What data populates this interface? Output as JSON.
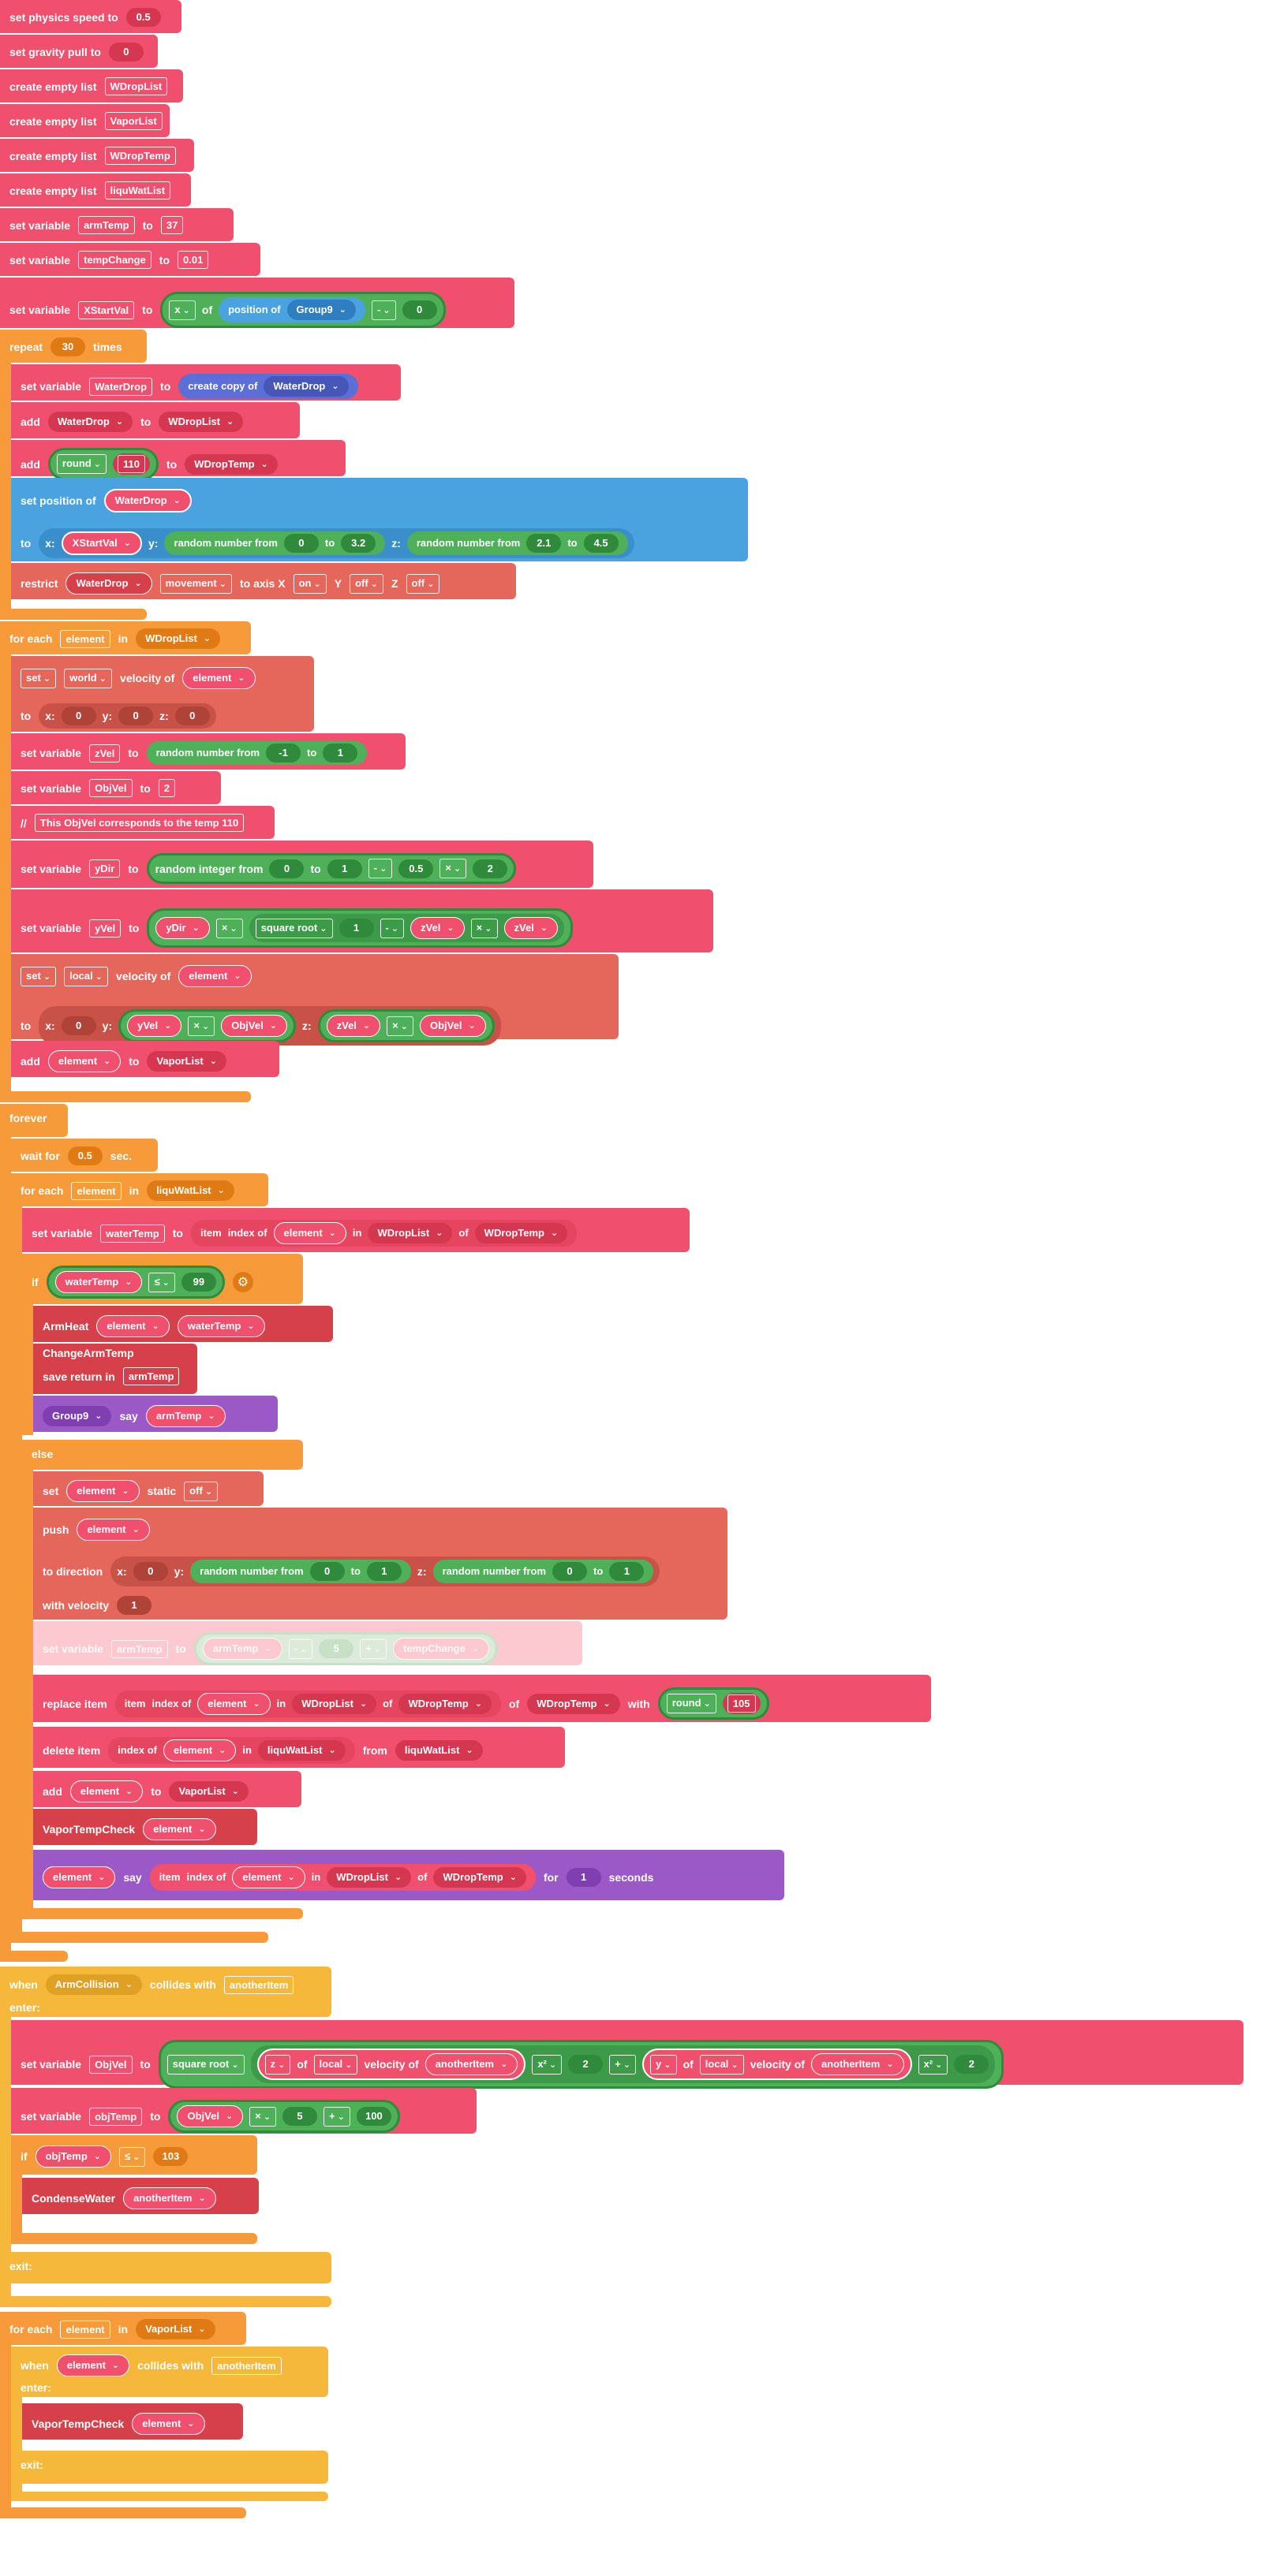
{
  "colors": {
    "red": "#f0506e",
    "red_dark": "#d4374f",
    "orange": "#f79a3a",
    "orange_dark": "#e07a14",
    "yellow": "#f6b83b",
    "green": "#4fb05a",
    "green_dark": "#2f8a3b",
    "blue": "#4aa3df",
    "purple": "#9b59c8",
    "salmon": "#e5675c",
    "crimson": "#d6404a",
    "faded": "#fbc9cf"
  },
  "b": {
    "physics": {
      "label": "set physics speed to",
      "val": "0.5"
    },
    "gravity": {
      "label": "set gravity pull to",
      "val": "0"
    },
    "list1": {
      "label": "create empty list",
      "name": "WDropList"
    },
    "list2": {
      "label": "create empty list",
      "name": "VaporList"
    },
    "list3": {
      "label": "create empty list",
      "name": "WDropTemp"
    },
    "list4": {
      "label": "create empty list",
      "name": "liquWatList"
    },
    "var1": {
      "label": "set variable",
      "name": "armTemp",
      "to": "to",
      "val": "37"
    },
    "var2": {
      "label": "set variable",
      "name": "tempChange",
      "to": "to",
      "val": "0.01"
    },
    "var3": {
      "label": "set variable",
      "name": "XStartVal",
      "to": "to",
      "axis": "x",
      "of": "of",
      "posof": "position of",
      "obj": "Group9",
      "op": "-",
      "val": "0"
    },
    "repeat": {
      "label": "repeat",
      "count": "30",
      "times": "times"
    },
    "r1": {
      "label": "set variable",
      "name": "WaterDrop",
      "to": "to",
      "copy": "create copy of",
      "obj": "WaterDrop"
    },
    "r2": {
      "label": "add",
      "item": "WaterDrop",
      "to": "to",
      "list": "WDropList"
    },
    "r3": {
      "label": "add",
      "fn": "round",
      "val": "110",
      "to": "to",
      "list": "WDropTemp"
    },
    "r4": {
      "label": "set position of",
      "obj": "WaterDrop",
      "to": "to",
      "x": "x:",
      "xval": "XStartVal",
      "y": "y:",
      "rnd": "random number from",
      "y1": "0",
      "yto": "to",
      "y2": "3.2",
      "z": "z:",
      "z1": "2.1",
      "z2": "4.5"
    },
    "r5": {
      "label": "restrict",
      "obj": "WaterDrop",
      "what": "movement",
      "axis": "to axis X",
      "x": "on",
      "y": "Y",
      "yv": "off",
      "z": "Z",
      "zv": "off"
    },
    "fe1": {
      "label": "for each",
      "el": "element",
      "in": "in",
      "list": "WDropList"
    },
    "f1": {
      "label": "set",
      "space": "world",
      "vel": "velocity of",
      "el": "element",
      "to": "to",
      "x": "x:",
      "xv": "0",
      "y": "y:",
      "yv": "0",
      "z": "z:",
      "zv": "0"
    },
    "f2": {
      "label": "set variable",
      "name": "zVel",
      "to": "to",
      "rnd": "random number from",
      "a": "-1",
      "tw": "to",
      "b": "1"
    },
    "f3": {
      "label": "set variable",
      "name": "ObjVel",
      "to": "to",
      "val": "2"
    },
    "f4": {
      "comment": "//",
      "text": "This ObjVel corresponds to the temp 110"
    },
    "f5": {
      "label": "set variable",
      "name": "yDir",
      "to": "to",
      "rnd": "random integer from",
      "a": "0",
      "tw": "to",
      "b": "1",
      "op1": "-",
      "c": "0.5",
      "op2": "×",
      "d": "2"
    },
    "f6": {
      "label": "set variable",
      "name": "yVel",
      "to": "to",
      "a": "yDir",
      "op1": "×",
      "fn": "square root",
      "n": "1",
      "op2": "-",
      "b": "zVel",
      "op3": "×",
      "c": "zVel"
    },
    "f7": {
      "label": "set",
      "space": "local",
      "vel": "velocity of",
      "el": "element",
      "to": "to",
      "x": "x:",
      "xv": "0",
      "y": "y:",
      "ya": "yVel",
      "yop": "×",
      "yb": "ObjVel",
      "z": "z:",
      "za": "zVel",
      "zop": "×",
      "zb": "ObjVel"
    },
    "f8": {
      "label": "add",
      "el": "element",
      "to": "to",
      "list": "VaporList"
    },
    "forever": {
      "label": "forever"
    },
    "wait": {
      "label": "wait for",
      "val": "0.5",
      "sec": "sec."
    },
    "fe2": {
      "label": "for each",
      "el": "element",
      "in": "in",
      "list": "liquWatList"
    },
    "g1": {
      "label": "set variable",
      "name": "waterTemp",
      "to": "to",
      "item": "item",
      "idx": "index of",
      "el": "element",
      "in": "in",
      "list": "WDropList",
      "of": "of",
      "list2": "WDropTemp"
    },
    "ifb": {
      "label": "if",
      "a": "waterTemp",
      "op": "≤",
      "b": "99"
    },
    "h1": {
      "label": "ArmHeat",
      "a": "element",
      "b": "waterTemp"
    },
    "h2": {
      "label": "ChangeArmTemp",
      "save": "save return in",
      "var": "armTemp"
    },
    "h3": {
      "obj": "Group9",
      "say": "say",
      "var": "armTemp"
    },
    "else": {
      "label": "else"
    },
    "e1": {
      "label": "set",
      "el": "element",
      "static": "static",
      "val": "off"
    },
    "e2": {
      "label": "push",
      "el": "element",
      "dir": "to direction",
      "x": "x:",
      "xv": "0",
      "y": "y:",
      "rnd": "random number from",
      "y1": "0",
      "yto": "to",
      "y2": "1",
      "z": "z:",
      "z1": "0",
      "z2": "1",
      "withvel": "with velocity",
      "vel": "1"
    },
    "e3": {
      "label": "set variable",
      "name": "armTemp",
      "to": "to",
      "a": "armTemp",
      "op1": "-",
      "b": "5",
      "op2": "+",
      "c": "tempChange"
    },
    "e4": {
      "label": "replace item",
      "item": "item",
      "idx": "index of",
      "el": "element",
      "in": "in",
      "list": "WDropList",
      "of": "of",
      "l2": "WDropTemp",
      "of2": "of",
      "l3": "WDropTemp",
      "with": "with",
      "fn": "round",
      "val": "105"
    },
    "e5": {
      "label": "delete item",
      "idx": "index of",
      "el": "element",
      "in": "in",
      "list": "liquWatList",
      "from": "from",
      "l2": "liquWatList"
    },
    "e6": {
      "label": "add",
      "el": "element",
      "to": "to",
      "list": "VaporList"
    },
    "e7": {
      "label": "VaporTempCheck",
      "el": "element"
    },
    "e8": {
      "el": "element",
      "say": "say",
      "item": "item",
      "idx": "index of",
      "el2": "element",
      "in": "in",
      "list": "WDropList",
      "of": "of",
      "l2": "WDropTemp",
      "for": "for",
      "n": "1",
      "seconds": "seconds"
    },
    "when1": {
      "label": "when",
      "obj": "ArmCollision",
      "collides": "collides with",
      "other": "anotherItem",
      "enter": "enter:"
    },
    "w1": {
      "label": "set variable",
      "name": "ObjVel",
      "to": "to",
      "fn": "square root",
      "ax1": "z",
      "of": "of",
      "sp": "local",
      "vel": "velocity of",
      "other": "anotherItem",
      "pow": "x²",
      "n1": "2",
      "plus": "+",
      "ax2": "y",
      "of2": "of",
      "sp2": "local",
      "vel2": "velocity of",
      "other2": "anotherItem",
      "pow2": "x²",
      "n2": "2"
    },
    "w2": {
      "label": "set variable",
      "name": "objTemp",
      "to": "to",
      "a": "ObjVel",
      "op1": "×",
      "b": "5",
      "op2": "+",
      "c": "100"
    },
    "if2": {
      "label": "if",
      "a": "objTemp",
      "op": "≤",
      "b": "103"
    },
    "w3": {
      "label": "CondenseWater",
      "other": "anotherItem"
    },
    "exit1": {
      "label": "exit:"
    },
    "fe3": {
      "label": "for each",
      "el": "element",
      "in": "in",
      "list": "VaporList"
    },
    "when2": {
      "label": "when",
      "el": "element",
      "collides": "collides with",
      "other": "anotherItem",
      "enter": "enter:"
    },
    "v1": {
      "label": "VaporTempCheck",
      "el": "element"
    },
    "exit2": {
      "label": "exit:"
    }
  }
}
